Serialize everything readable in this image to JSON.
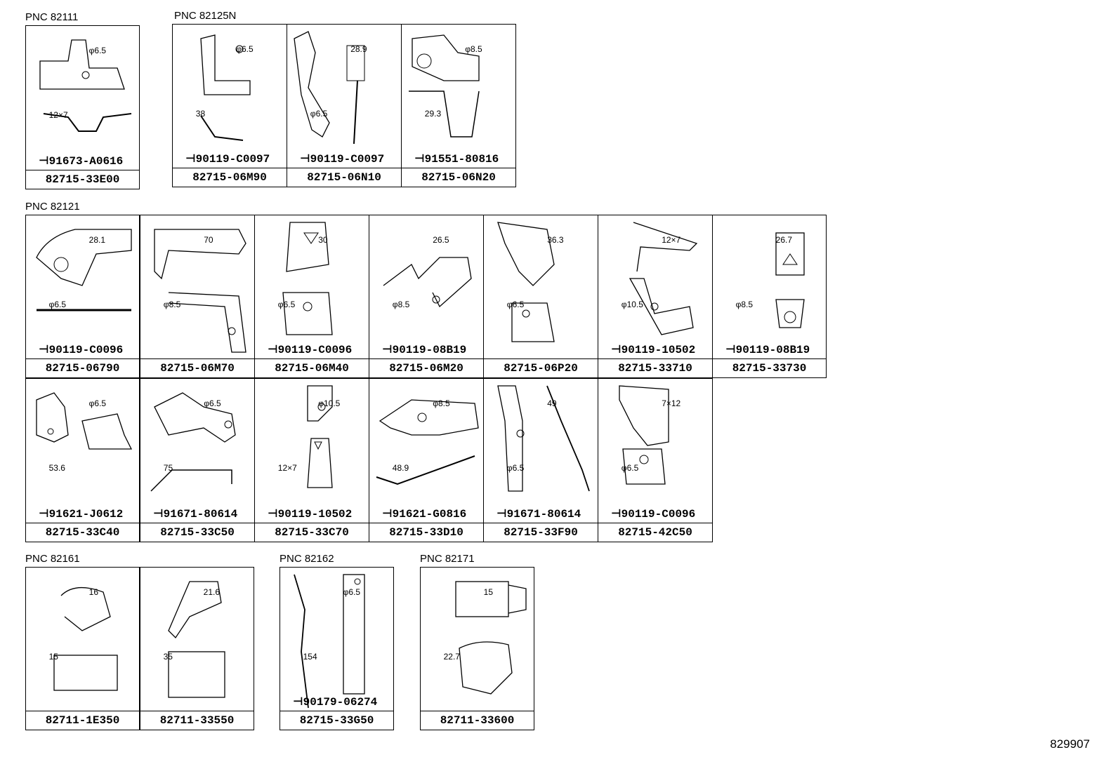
{
  "pnc_labels": [
    {
      "id": "82111",
      "text": "PNC 82111"
    },
    {
      "id": "82125N",
      "text": "PNC 82125N"
    },
    {
      "id": "82121",
      "text": "PNC 82121"
    },
    {
      "id": "82161",
      "text": "PNC 82161"
    },
    {
      "id": "82162",
      "text": "PNC 82162"
    },
    {
      "id": "82171",
      "text": "PNC 82171"
    }
  ],
  "tiles": [
    {
      "part": "82715-33E00",
      "bolt": "91673-A0616",
      "dims": [
        "φ6.5",
        "12×7"
      ]
    },
    {
      "part": "82715-06M90",
      "bolt": "90119-C0097",
      "dims": [
        "φ6.5",
        "38"
      ]
    },
    {
      "part": "82715-06N10",
      "bolt": "90119-C0097",
      "dims": [
        "28.9",
        "φ6.5"
      ]
    },
    {
      "part": "82715-06N20",
      "bolt": "91551-80816",
      "dims": [
        "φ8.5",
        "29.3"
      ]
    },
    {
      "part": "82715-06790",
      "bolt": "90119-C0096",
      "dims": [
        "28.1",
        "φ6.5"
      ]
    },
    {
      "part": "82715-06M70",
      "bolt": "",
      "dims": [
        "70",
        "φ8.5"
      ]
    },
    {
      "part": "82715-06M40",
      "bolt": "90119-C0096",
      "dims": [
        "30",
        "φ6.5"
      ]
    },
    {
      "part": "82715-06M20",
      "bolt": "90119-08B19",
      "dims": [
        "26.5",
        "φ8.5"
      ]
    },
    {
      "part": "82715-06P20",
      "bolt": "",
      "dims": [
        "36.3",
        "φ6.5"
      ]
    },
    {
      "part": "82715-33710",
      "bolt": "90119-10502",
      "dims": [
        "12×7",
        "φ10.5"
      ]
    },
    {
      "part": "82715-33730",
      "bolt": "90119-08B19",
      "dims": [
        "26.7",
        "φ8.5"
      ]
    },
    {
      "part": "82715-33C40",
      "bolt": "91621-J0612",
      "dims": [
        "φ6.5",
        "53.6"
      ]
    },
    {
      "part": "82715-33C50",
      "bolt": "91671-80614",
      "dims": [
        "φ6.5",
        "75"
      ]
    },
    {
      "part": "82715-33C70",
      "bolt": "90119-10502",
      "dims": [
        "φ10.5",
        "12×7"
      ]
    },
    {
      "part": "82715-33D10",
      "bolt": "91621-G0816",
      "dims": [
        "φ8.5",
        "48.9"
      ]
    },
    {
      "part": "82715-33F90",
      "bolt": "91671-80614",
      "dims": [
        "49",
        "φ6.5"
      ]
    },
    {
      "part": "82715-42C50",
      "bolt": "90119-C0096",
      "dims": [
        "7×12",
        "φ6.5"
      ]
    },
    {
      "part": "82711-1E350",
      "bolt": "",
      "dims": [
        "16",
        "15"
      ]
    },
    {
      "part": "82711-33550",
      "bolt": "",
      "dims": [
        "21.6",
        "35"
      ]
    },
    {
      "part": "82715-33G50",
      "bolt": "90179-06274",
      "dims": [
        "φ6.5",
        "154"
      ]
    },
    {
      "part": "82711-33600",
      "bolt": "",
      "dims": [
        "15",
        "22.7"
      ]
    }
  ],
  "reference_no": "829907"
}
